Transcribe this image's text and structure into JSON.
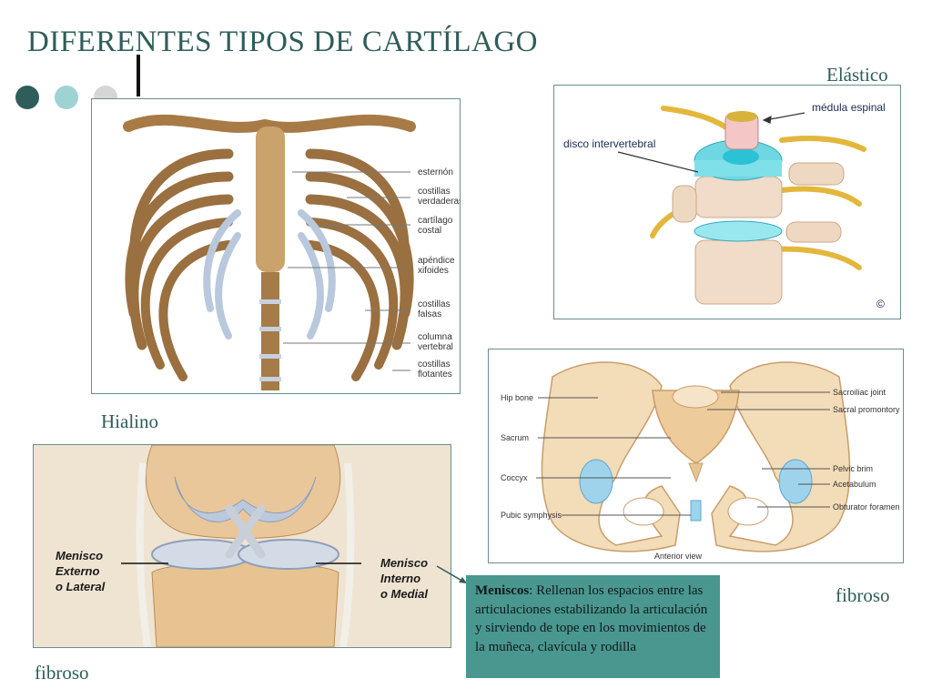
{
  "slide": {
    "title": "DIFERENTES TIPOS DE CARTÍLAGO",
    "accent_colors": [
      "#2f5d5a",
      "#9fd3d3",
      "#d6d6d6"
    ]
  },
  "captions": {
    "elastico": "Elástico",
    "hialino": "Hialino",
    "fibroso_right": "fibroso",
    "fibroso_left": "fibroso"
  },
  "ribcage": {
    "labels": [
      "esternón",
      "costillas",
      "verdaderas",
      "cartílago",
      "costal",
      "apéndice",
      "xifoides",
      "costillas",
      "falsas",
      "columna",
      "vertebral",
      "costillas",
      "flotantes"
    ]
  },
  "spine": {
    "label_medula": "médula espinal",
    "label_disco": "disco intervertebral",
    "copyright": "©"
  },
  "pelvis": {
    "labels_left": [
      "Hip bone",
      "Sacrum",
      "Coccyx",
      "Pubic symphysis"
    ],
    "labels_right": [
      "Sacroiliac joint",
      "Sacral promontory",
      "Pelvic brim",
      "Acetabulum",
      "Obturator foramen"
    ],
    "view": "Anterior view"
  },
  "knee": {
    "left_label": [
      "Menisco",
      "Externo",
      "o Lateral"
    ],
    "right_label": [
      "Menisco",
      "Interno",
      "o Medial"
    ]
  },
  "note": {
    "term": "Meniscos",
    "text": ": Rellenan los espacios entre las articulaciones estabilizando la articulación y sirviendo de tope en los movimientos de la muñeca, clavícula y rodilla"
  }
}
